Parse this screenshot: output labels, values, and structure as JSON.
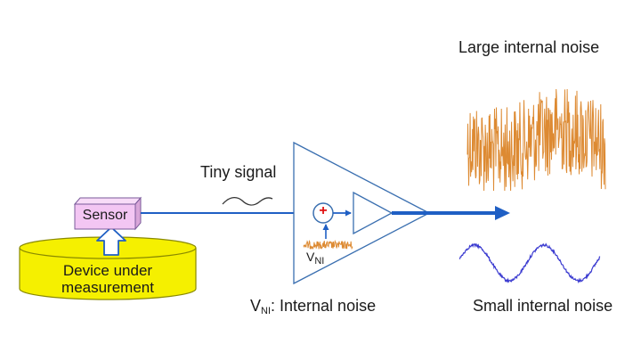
{
  "sensor": {
    "label": "Sensor"
  },
  "device": {
    "line1": "Device under",
    "line2": "measurement"
  },
  "tiny_signal": {
    "label": "Tiny signal"
  },
  "vni_small": {
    "main": "V",
    "sub": "NI"
  },
  "vni_caption": {
    "main": "V",
    "sub": "NI",
    "rest": ": Internal noise"
  },
  "large_noise": {
    "label": "Large internal noise"
  },
  "small_noise": {
    "label": "Small internal noise"
  },
  "summing_junction": {
    "symbol": "+"
  },
  "colors": {
    "signal_line": "#1f5fc4",
    "amplifier_stroke": "#3a6fb0",
    "sensor_fill": "#f3c6f3",
    "device_fill": "#f5f000",
    "noise_orange": "#dd8a32",
    "noise_blue": "#3a3ad0",
    "plus_red": "#e01010"
  },
  "icons": [
    "up-arrow-outline-icon",
    "plus-icon"
  ]
}
